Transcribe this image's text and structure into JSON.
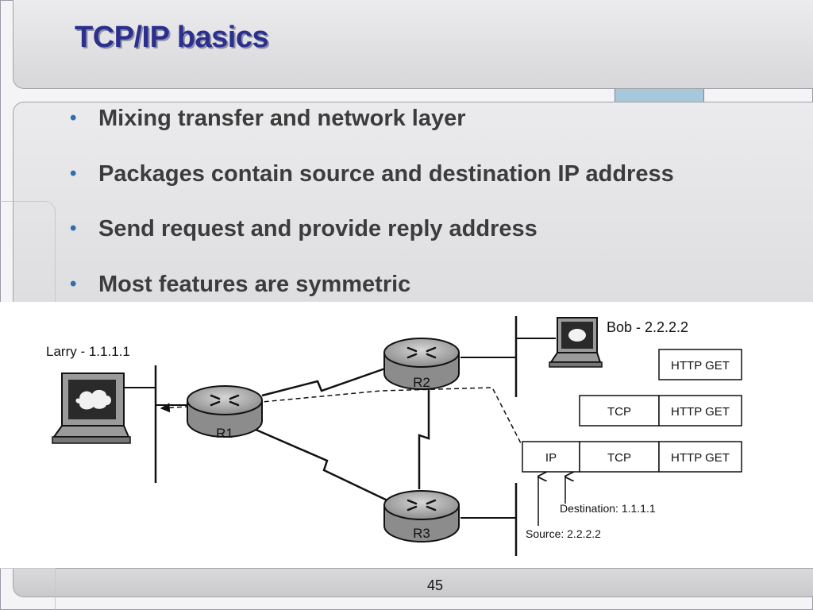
{
  "slide": {
    "title": "TCP/IP basics",
    "bullets": [
      "Mixing transfer and network layer",
      "Packages contain source and destination IP address",
      "Send request and provide reply address",
      "Most features are symmetric"
    ],
    "page_number": "45",
    "colors": {
      "title": "#2b2f8e",
      "bullet_dot": "#2e6fb0",
      "accent_strip": "#a7c7dc"
    }
  },
  "diagram": {
    "hosts": {
      "larry": "Larry - 1.1.1.1",
      "bob": "Bob - 2.2.2.2"
    },
    "routers": [
      "R1",
      "R2",
      "R3"
    ],
    "packets": {
      "row1": [
        "HTTP GET"
      ],
      "row2": [
        "TCP",
        "HTTP GET"
      ],
      "row3": [
        "IP",
        "TCP",
        "HTTP GET"
      ]
    },
    "annotations": {
      "destination": "Destination: 1.1.1.1",
      "source": "Source: 2.2.2.2"
    }
  }
}
